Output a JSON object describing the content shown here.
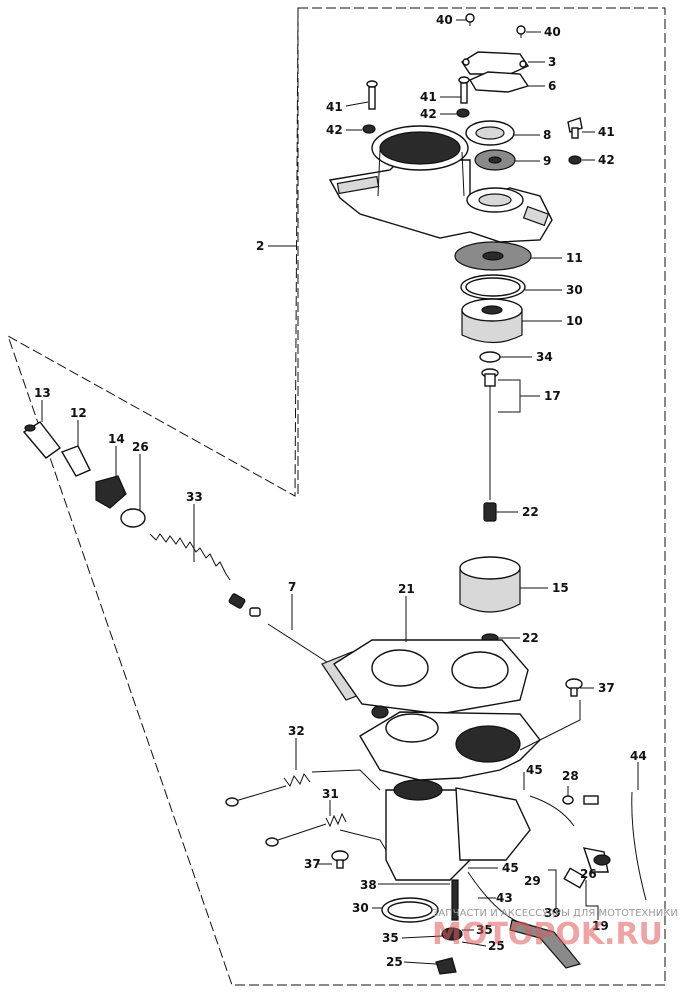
{
  "diagram": {
    "labels": {
      "p40a": "40",
      "p40b": "40",
      "p3": "3",
      "p6": "6",
      "p41a": "41",
      "p42a": "42",
      "p41b": "41",
      "p42b": "42",
      "p8": "8",
      "p41c": "41",
      "p42c": "42",
      "p9": "9",
      "p2": "2",
      "p11": "11",
      "p30a": "30",
      "p10": "10",
      "p34": "34",
      "p17": "17",
      "p13": "13",
      "p12": "12",
      "p14": "14",
      "p26": "26",
      "p33": "33",
      "p22a": "22",
      "p7": "7",
      "p21": "21",
      "p15": "15",
      "p22b": "22",
      "p37a": "37",
      "p32": "32",
      "p45a": "45",
      "p28": "28",
      "p44": "44",
      "p31": "31",
      "p37b": "37",
      "p45b": "45",
      "p29": "29",
      "p26b": "26",
      "p38": "38",
      "p43": "43",
      "p39": "39",
      "p19": "19",
      "p30b": "30",
      "p35a": "35",
      "p35b": "35",
      "p25a": "25",
      "p25b": "25"
    },
    "watermark": {
      "small": "ЗАПЧАСТИ И АКСЕССУАРЫ ДЛЯ МОТОТЕХНИКИ",
      "big": "MOTOPOK.RU"
    }
  }
}
